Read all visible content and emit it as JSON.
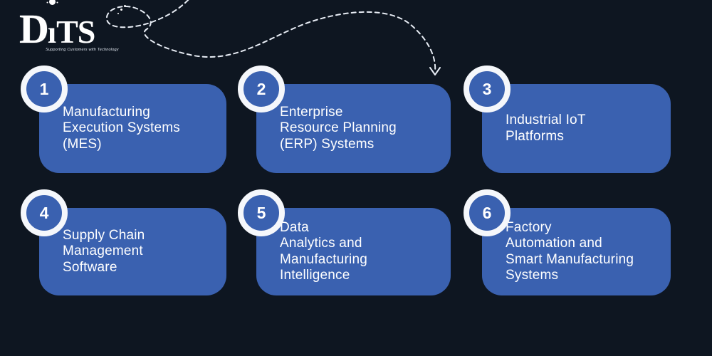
{
  "logo": {
    "brand": "DiTS",
    "brand_d": "D",
    "brand_i": "ı",
    "brand_ts": "TS",
    "tagline": "Supporting Customers with Technology"
  },
  "colors": {
    "background": "#0e1621",
    "card": "#3a61b0",
    "badge_ring": "#f5f7fb",
    "text": "#ffffff",
    "arrow": "#e8edf5"
  },
  "cards": [
    {
      "number": "1",
      "title": "Manufacturing\nExecution Systems\n(MES)"
    },
    {
      "number": "2",
      "title": "Enterprise\nResource Planning\n(ERP) Systems"
    },
    {
      "number": "3",
      "title": "Industrial IoT\nPlatforms"
    },
    {
      "number": "4",
      "title": "Supply Chain\nManagement\nSoftware"
    },
    {
      "number": "5",
      "title": "Data\nAnalytics and\nManufacturing\nIntelligence"
    },
    {
      "number": "6",
      "title": "Factory\nAutomation and\nSmart Manufacturing\nSystems"
    }
  ]
}
